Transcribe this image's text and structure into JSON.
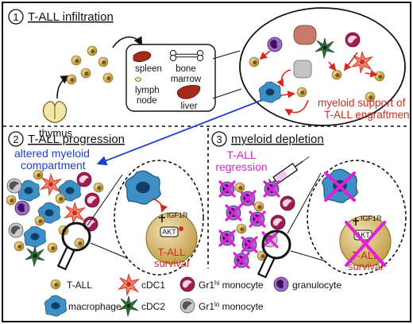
{
  "panels": [
    {
      "number": "1",
      "title": "T-ALL infiltration"
    },
    {
      "number": "2",
      "title": "T-ALL progression"
    },
    {
      "number": "3",
      "title": "myeloid depletion"
    }
  ],
  "panel1": {
    "thymus_label": "thymus",
    "organs": [
      "spleen",
      "bone",
      "marrow",
      "lymph",
      "node",
      "liver"
    ],
    "support_line1": "myeloid support of",
    "support_line2": "T-ALL engraftment"
  },
  "panel2": {
    "altered_line1": "altered myeloid",
    "altered_line2": "compartment",
    "receptor": "IGF1R",
    "kinase": "AKT",
    "survival_line1": "T-ALL",
    "survival_line2": "survival"
  },
  "panel3": {
    "regression_line1": "T-ALL",
    "regression_line2": "regression",
    "receptor": "IGF1R",
    "kinase": "AKT",
    "survival_line1": "T-ALL",
    "survival_line2": "survival"
  },
  "legend": {
    "tall": "T-ALL",
    "cdc1": "cDC1",
    "gr1hi_prefix": "Gr1",
    "gr1hi_sup": "hi",
    "gr1hi_suffix": " monocyte",
    "granulocyte": "granulocyte",
    "macrophage": "macrophage",
    "cdc2": "cDC2",
    "gr1lo_prefix": "Gr1",
    "gr1lo_sup": "lo",
    "gr1lo_suffix": " monocyte"
  },
  "colors": {
    "tall_cell": "#c9a74d",
    "macrophage": "#3f8fc7",
    "cdc1": "#e8452f",
    "cdc2": "#2e6e3a",
    "gr1hi": "#a01c52",
    "granulocyte": "#7b3fa0",
    "gr1lo": "#8a8a8a",
    "red_text": "#d62a1e",
    "blue_text": "#1f3fcf",
    "magenta": "#e020d8"
  }
}
